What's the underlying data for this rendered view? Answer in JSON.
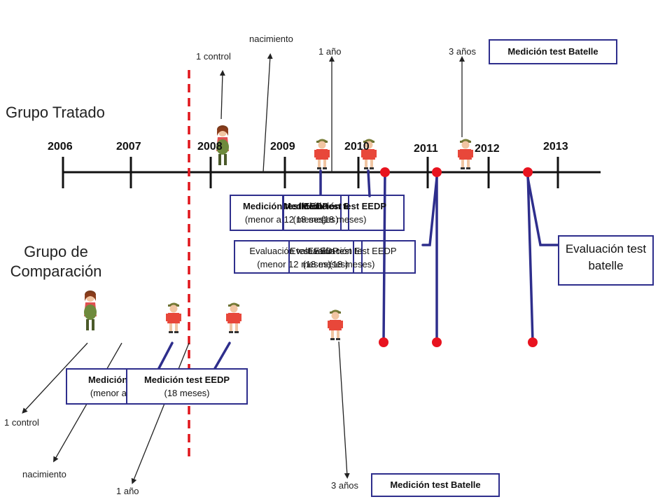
{
  "groups": {
    "treated": "Grupo Tratado",
    "comparison_line1": "Grupo de",
    "comparison_line2": "Comparación"
  },
  "years": [
    "2006",
    "2007",
    "2008",
    "2009",
    "2010",
    "2011",
    "2012",
    "2013"
  ],
  "treated_labels": {
    "control": "1 control",
    "birth": "nacimiento",
    "one_year": "1 año",
    "three_years": "3 años",
    "batelle_box": "Medición test Batelle"
  },
  "comparison_labels": {
    "control": "1 control",
    "birth": "nacimiento",
    "one_year": "1 año",
    "three_years": "3 años",
    "batelle_box": "Medición test Batelle"
  },
  "treated_boxes": [
    {
      "line1": "Medición test EEDP",
      "line2": "(menor a 12 meses)"
    },
    {
      "line1": "Medición test EEDP",
      "line2": "(18 meses)"
    },
    {
      "line1": "Medición test EEDP",
      "line2": "(18 meses)"
    }
  ],
  "middle_boxes": [
    {
      "line1": "Evaluación test EEDP",
      "line2": "(menor 12 meses)"
    },
    {
      "line1": "Evaluación test EEDP",
      "line2": "(18 meses)"
    },
    {
      "line1": "Evaluación test EEDP",
      "line2": "(18 meses)"
    }
  ],
  "comparison_boxes": [
    {
      "line1": "Medición test EEDP",
      "line2": "(menor a 12 meses)"
    },
    {
      "line1": "Medición test EEDP",
      "line2": "(18 meses)"
    }
  ],
  "batelle_eval": "Evaluación test batelle",
  "colors": {
    "frame": "#2e2e8c",
    "dot": "#e8131f",
    "cutoff": "#e0151b",
    "shirt": "#e8473a"
  }
}
